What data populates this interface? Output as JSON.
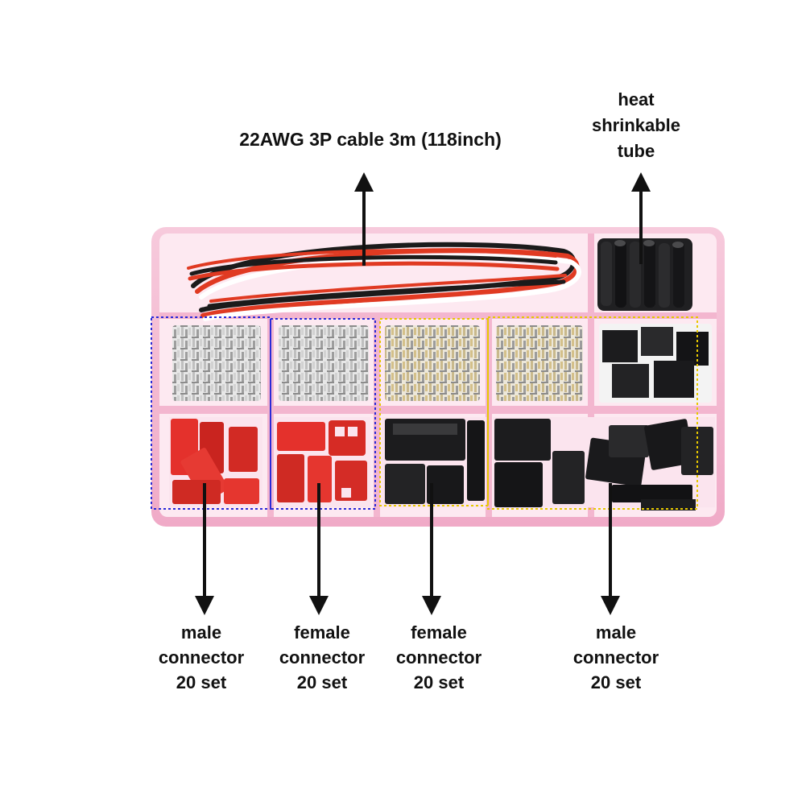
{
  "labels": {
    "cable": "22AWG 3P cable 3m (118inch)",
    "tube": [
      "heat",
      "shrinkable",
      "tube"
    ],
    "red_male": [
      "male",
      "connector",
      "20 set"
    ],
    "red_female": [
      "female",
      "connector",
      "20 set"
    ],
    "black_female": [
      "female",
      "connector",
      "20 set"
    ],
    "black_male": [
      "male",
      "connector",
      "20 set"
    ]
  },
  "colors": {
    "box_frame": "#f3b6cf",
    "box_inner": "#fbe4ee",
    "red_part": "#e4312c",
    "black_part": "#1c1c1e",
    "metal": "#c9c9c9",
    "blue_dotted_outline": "#2a2ad8",
    "yellow_dotted_outline": "#e6c800",
    "arrow": "#111111"
  }
}
